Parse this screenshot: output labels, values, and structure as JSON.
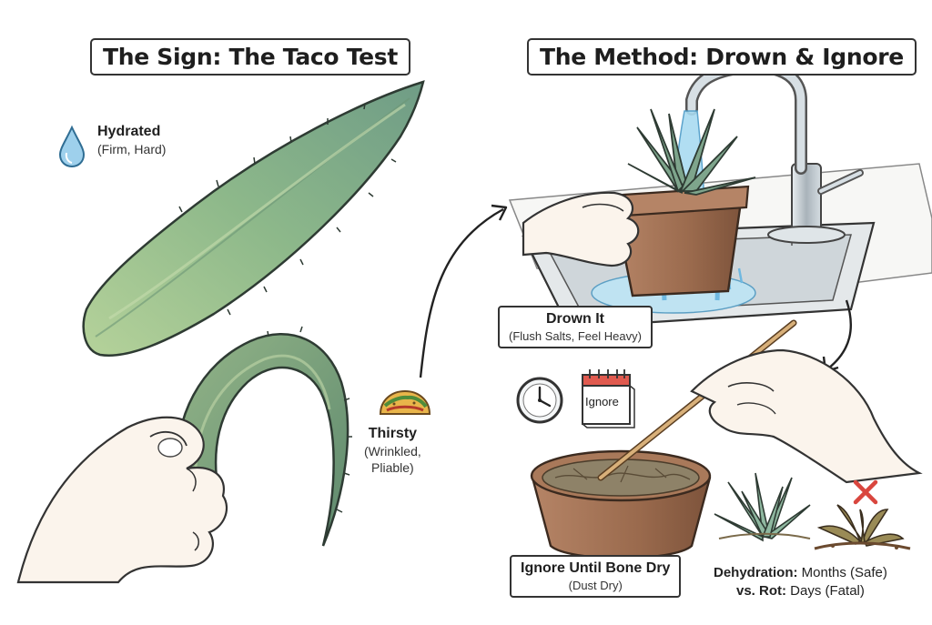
{
  "left_panel": {
    "title": "The Sign: The Taco Test",
    "hydrated": {
      "label": "Hydrated",
      "detail": "(Firm, Hard)"
    },
    "thirsty": {
      "label": "Thirsty",
      "detail_line1": "(Wrinkled,",
      "detail_line2": "Pliable)"
    }
  },
  "right_panel": {
    "title": "The Method: Drown & Ignore",
    "drown": {
      "label": "Drown It",
      "detail": "(Flush Salts, Feel Heavy)"
    },
    "calendar_text": "Ignore",
    "ignore": {
      "label": "Ignore Until Bone Dry",
      "detail": "(Dust Dry)"
    },
    "comparison": {
      "line1_bold": "Dehydration:",
      "line1_rest": " Months (Safe)",
      "line2_bold": "vs. Rot:",
      "line2_rest": " Days (Fatal)"
    }
  },
  "icons": [
    "water-drop-icon",
    "taco-icon",
    "clock-icon",
    "calendar-icon",
    "red-x-icon"
  ],
  "colors": {
    "leaf_green": "#8fb784",
    "water_blue": "#7fc3e3",
    "pot_brown": "#a9795a",
    "soil": "#8a7a5e",
    "x_red": "#d9463e"
  }
}
